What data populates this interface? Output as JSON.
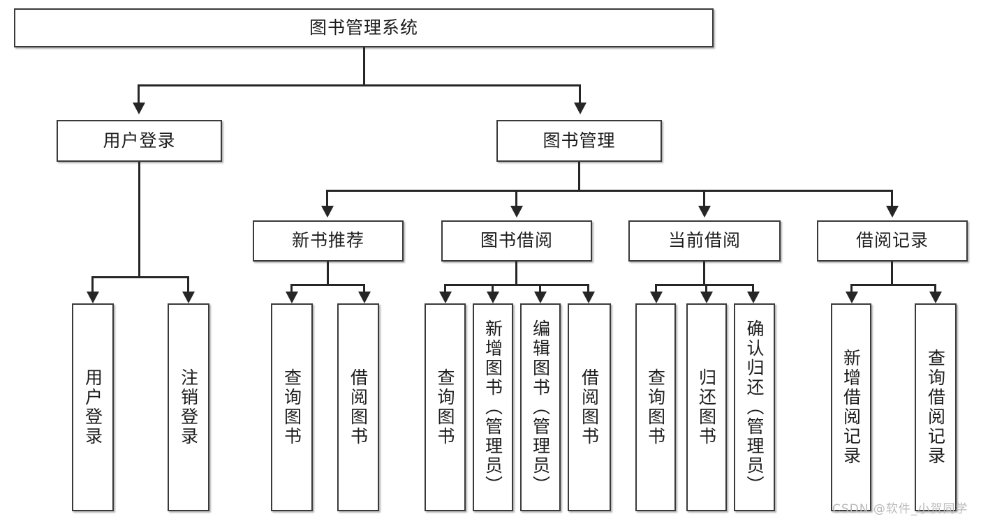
{
  "diagram": {
    "type": "tree",
    "title": "图书管理系统",
    "root": {
      "label": "图书管理系统"
    },
    "level2": [
      {
        "label": "用户登录"
      },
      {
        "label": "图书管理"
      }
    ],
    "level3": [
      {
        "label": "新书推荐"
      },
      {
        "label": "图书借阅"
      },
      {
        "label": "当前借阅"
      },
      {
        "label": "借阅记录"
      }
    ],
    "leaves": [
      {
        "label": "用户登录",
        "parent": "用户登录"
      },
      {
        "label": "注销登录",
        "parent": "用户登录"
      },
      {
        "label": "查询图书",
        "parent": "新书推荐"
      },
      {
        "label": "借阅图书",
        "parent": "新书推荐"
      },
      {
        "label": "查询图书",
        "parent": "图书借阅"
      },
      {
        "label": "新增图书（管理员）",
        "parent": "图书借阅"
      },
      {
        "label": "编辑图书（管理员）",
        "parent": "图书借阅"
      },
      {
        "label": "借阅图书",
        "parent": "图书借阅"
      },
      {
        "label": "查询图书",
        "parent": "当前借阅"
      },
      {
        "label": "归还图书",
        "parent": "当前借阅"
      },
      {
        "label": "确认归还（管理员）",
        "parent": "当前借阅"
      },
      {
        "label": "新增借阅记录",
        "parent": "借阅记录"
      },
      {
        "label": "查询借阅记录",
        "parent": "借阅记录"
      }
    ],
    "watermark": "CSDN @软件_小贺同学",
    "colors": {
      "box_border": "#3a3a3a",
      "box_fill": "#ffffff",
      "connector": "#262626",
      "text": "#1d1d1d",
      "watermark": "#b9b9b9",
      "background": "#ffffff"
    }
  }
}
